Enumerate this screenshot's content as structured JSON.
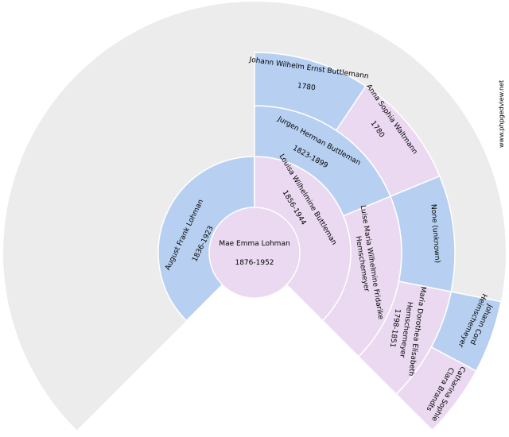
{
  "site_credit": "www.phpgedview.net",
  "colors": {
    "background_ring": "#ececec",
    "male": "#b7d0f1",
    "female": "#ead9f1",
    "border": "#ffffff"
  },
  "people": {
    "root": {
      "name": "Mae Emma Lohman",
      "years": "1876-1952",
      "sex": "female"
    },
    "father": {
      "name": "August Frank Lohman",
      "years": "1836-1923",
      "sex": "male"
    },
    "mother": {
      "name": "Louisa Wilhelmine Buttleman",
      "years": "1856-1944",
      "sex": "female"
    },
    "mothers_father": {
      "name": "Jurgen Herman Buttleman",
      "years": "1823-1899",
      "sex": "male"
    },
    "mothers_mother": {
      "name": "Luise Maria Wilhelmine Fridarike Hemschemeyer",
      "years": "",
      "sex": "female",
      "name_lines": [
        "Luise Maria Wilhelmine Fridarike",
        "Hemschemeyer"
      ]
    },
    "mf_father": {
      "name": "Johann Wilhelm  Ernst Buttlemann",
      "years": "1780",
      "sex": "male"
    },
    "mf_mother": {
      "name": "Anna Sophia Waltmann",
      "years": "1780",
      "sex": "female"
    },
    "mm_father": {
      "name": "None (unknown)",
      "years": "",
      "sex": "male"
    },
    "mm_mother": {
      "name": "Maria Dorothea Elisabeth Hemschemeyer",
      "years": "1798-1851",
      "sex": "female",
      "name_lines": [
        "Maria Dorothea Elisabeth",
        "Hemschemeyer"
      ]
    },
    "mmm_father": {
      "name": "Johann Cord Heimschemeyer",
      "years": "",
      "sex": "male",
      "name_lines": [
        "Johann Cord",
        "Heimschemeyer"
      ]
    },
    "mmm_mother": {
      "name": "Catharina Sophie Clara Brandts",
      "years": "",
      "sex": "female",
      "name_lines": [
        "Catharina Sophie",
        "Clara Brandts"
      ]
    }
  }
}
